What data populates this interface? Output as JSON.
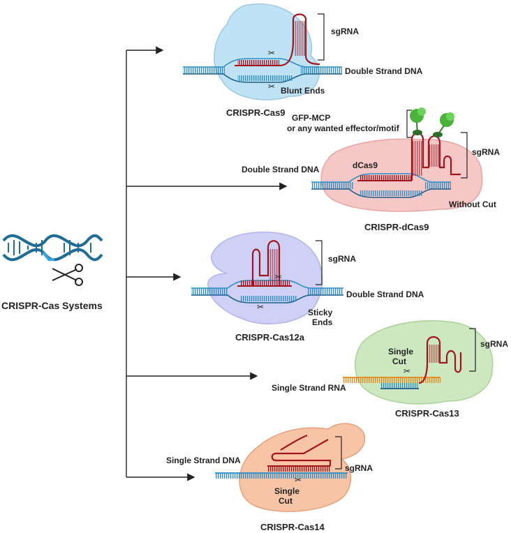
{
  "central": {
    "label": "CRISPR-Cas Systems",
    "icon": "dna-scissors-icon"
  },
  "systems": [
    {
      "title": "CRISPR-Cas9",
      "substrate": "Double Strand DNA",
      "guide": "sgRNA",
      "cut": "Blunt Ends",
      "protein_color": "#bfe3f5"
    },
    {
      "title": "CRISPR-dCas9",
      "substrate": "Double Strand DNA",
      "guide": "sgRNA",
      "cut": "Without Cut",
      "protein_label": "dCas9",
      "effector_line1": "GFP-MCP",
      "effector_line2": "or any wanted effector/motif",
      "protein_color": "#f6c7c7"
    },
    {
      "title": "CRISPR-Cas12a",
      "substrate": "Double Strand DNA",
      "guide": "sgRNA",
      "cut_line1": "Sticky",
      "cut_line2": "Ends",
      "protein_color": "#cfd0f6"
    },
    {
      "title": "CRISPR-Cas13",
      "substrate": "Single Strand RNA",
      "guide": "sgRNA",
      "cut_line1": "Single",
      "cut_line2": "Cut",
      "protein_color": "#cde8c0"
    },
    {
      "title": "CRISPR-Cas14",
      "substrate": "Single Strand DNA",
      "guide": "sgRNA",
      "cut_line1": "Single",
      "cut_line2": "Cut",
      "protein_color": "#f7c4a6"
    }
  ],
  "colors": {
    "dna": "#2b8ec8",
    "dna_dark": "#1d5f8a",
    "rna": "#a3151d",
    "rna_target": "#e08a1e",
    "arrow": "#222222"
  }
}
